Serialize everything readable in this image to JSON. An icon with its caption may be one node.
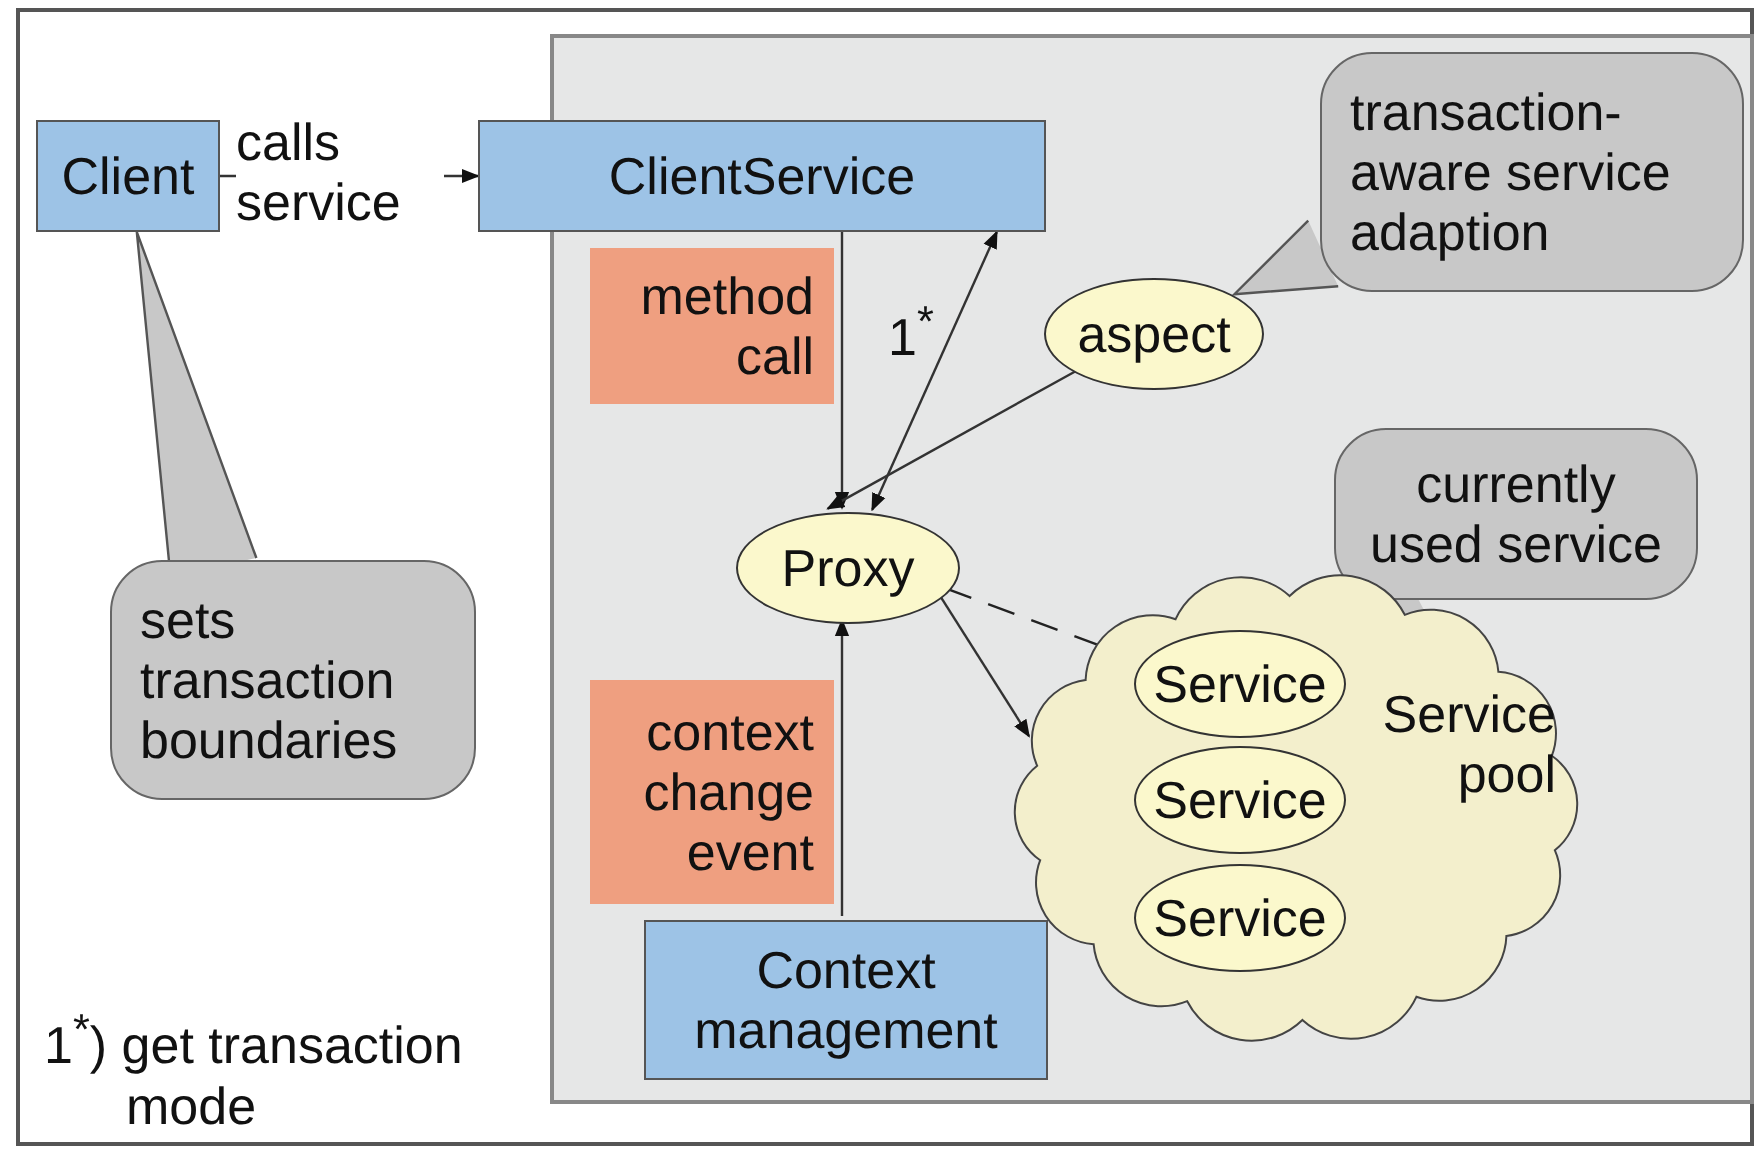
{
  "diagram": {
    "nodes": [
      {
        "text": [
          "Client"
        ]
      },
      {
        "text": [],
        "shape": "box"
      },
      {
        "text": [
          "ClientService"
        ]
      },
      {
        "text": [
          "method call"
        ],
        "in": 1
      },
      {
        "text": [
          "aspect"
        ],
        "in": 1
      },
      {
        "text": [
          "transaction-aware service adaption"
        ],
        "in": 1
      },
      {
        "text": [
          "Proxy"
        ],
        "in": 1
      },
      {
        "text": [
          "currently used service"
        ],
        "in": 1
      },
      {
        "text": [
          "Service pool"
        ],
        "in": 1
      },
      {
        "text": [
          "Service"
        ],
        "in": 8
      },
      {
        "text": [
          "Service"
        ],
        "in": 8
      },
      {
        "text": [
          "Service"
        ],
        "in": 8
      },
      {
        "text": [
          "context change event"
        ],
        "in": 1
      },
      {
        "text": [
          "Context management"
        ],
        "in": 1
      },
      {
        "text": [
          "sets transaction boundaries"
        ]
      }
    ],
    "edges": [
      {
        "from": 0,
        "to": 2,
        "arrow": "to",
        "label": "calls service"
      },
      {
        "from": 2,
        "to": 6,
        "arrow": "to"
      },
      {
        "from": 6,
        "to": 2,
        "arrow": "both",
        "label": "1$^{*}$"
      },
      {
        "from": 4,
        "to": 6,
        "arrow": "to"
      },
      {
        "from": 6,
        "to": 9,
        "arrow": "to",
        "style": "dashed"
      },
      {
        "from": 6,
        "to": 8,
        "arrow": "to"
      },
      {
        "from": 13,
        "to": 6,
        "arrow": "to"
      }
    ],
    "labels": [
      "1$^{*}$) get transaction mode"
    ]
  }
}
